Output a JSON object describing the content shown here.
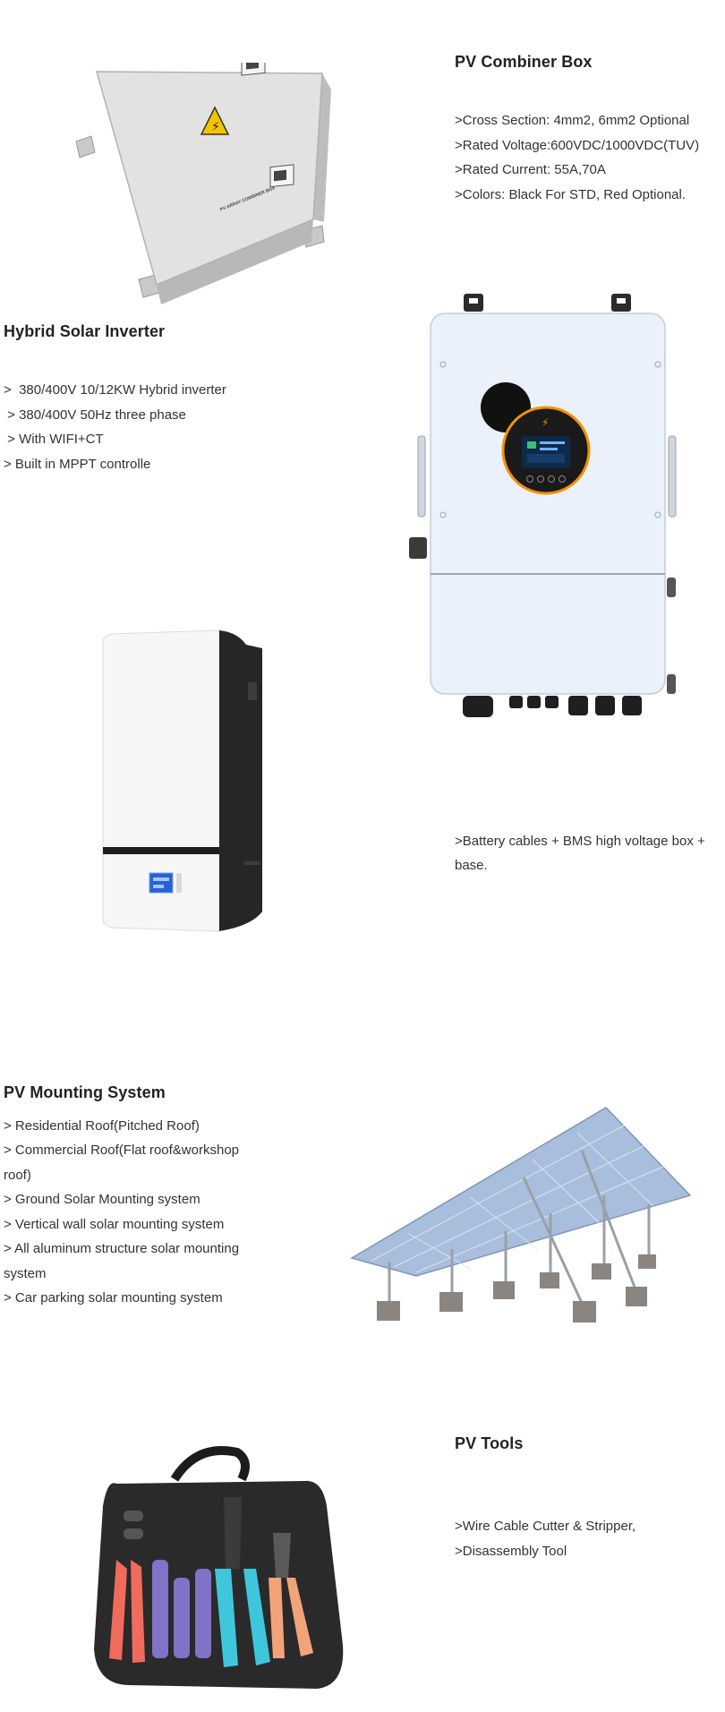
{
  "combiner": {
    "title": "PV Combiner Box",
    "lines": [
      ">Cross Section: 4mm2, 6mm2 Optional",
      ">Rated Voltage:600VDC/1000VDC(TUV)",
      ">Rated Current: 55A,70A",
      ">Colors: Black For STD, Red Optional."
    ],
    "box_label": "PV ARRAY COMBINER BOX"
  },
  "inverter": {
    "title": "Hybrid Solar Inverter",
    "lines": [
      ">  380/400V 10/12KW Hybrid inverter",
      " > 380/400V 50Hz three phase",
      " > With WIFI+CT",
      "> Built in MPPT controlle"
    ]
  },
  "battery": {
    "lines": [
      ">Battery cables + BMS high voltage box + ",
      "base."
    ]
  },
  "mounting": {
    "title": "PV Mounting System",
    "lines": [
      "> Residential Roof(Pitched Roof)",
      "> Commercial Roof(Flat roof&workshop",
      "roof)",
      "> Ground Solar Mounting system",
      "> Vertical wall solar mounting system",
      "> All aluminum structure solar mounting",
      "system",
      "> Car parking solar mounting system"
    ]
  },
  "tools": {
    "title": "PV Tools",
    "lines": [
      ">Wire Cable Cutter & Stripper,",
      ">Disassembly Tool"
    ]
  },
  "colors": {
    "title": "#222222",
    "text": "#333333",
    "inverter_accent": "#f39200",
    "battery_screen": "#2463d6"
  }
}
